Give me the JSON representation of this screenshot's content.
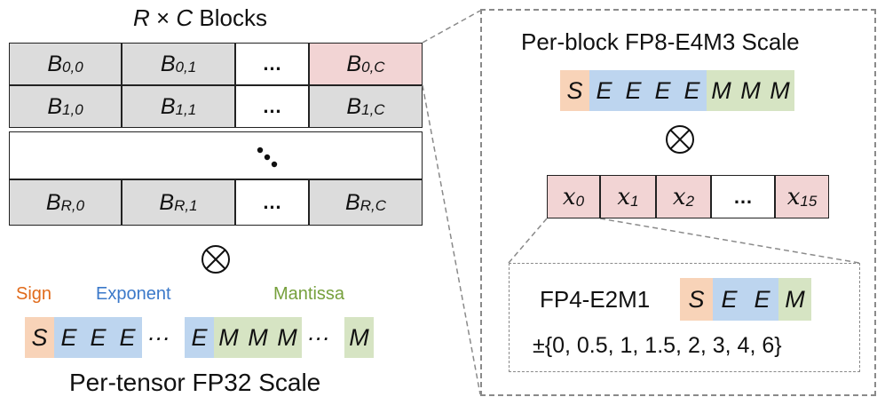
{
  "grid": {
    "title_var_r": "R",
    "title_times": " × ",
    "title_var_c": "C",
    "title_rest": " Blocks",
    "rows": [
      [
        {
          "base": "B",
          "sub": "0,0"
        },
        {
          "base": "B",
          "sub": "0,1"
        },
        {
          "base": "…",
          "sub": ""
        },
        {
          "base": "B",
          "sub": "0,C"
        }
      ],
      [
        {
          "base": "B",
          "sub": "1,0"
        },
        {
          "base": "B",
          "sub": "1,1"
        },
        {
          "base": "…",
          "sub": ""
        },
        {
          "base": "B",
          "sub": "1,C"
        }
      ],
      [
        {
          "base": "B",
          "sub": "R,0"
        },
        {
          "base": "B",
          "sub": "R,1"
        },
        {
          "base": "…",
          "sub": ""
        },
        {
          "base": "B",
          "sub": "R,C"
        }
      ]
    ]
  },
  "operator_symbol": "⊗",
  "fp32": {
    "sign_label": "Sign",
    "exponent_label": "Exponent",
    "mantissa_label": "Mantissa",
    "bits": [
      "S",
      "E",
      "E",
      "E",
      "…",
      "E",
      "M",
      "M",
      "M",
      "…",
      "M"
    ],
    "caption": "Per-tensor FP32 Scale"
  },
  "fp8": {
    "title": "Per-block FP8-E4M3 Scale",
    "bits": [
      "S",
      "E",
      "E",
      "E",
      "E",
      "M",
      "M",
      "M"
    ]
  },
  "block_values": {
    "cells": [
      {
        "base": "x",
        "sub": "0"
      },
      {
        "base": "x",
        "sub": "1"
      },
      {
        "base": "x",
        "sub": "2"
      },
      {
        "base": "…",
        "sub": ""
      },
      {
        "base": "x",
        "sub": "15"
      }
    ]
  },
  "fp4": {
    "label": "FP4-E2M1",
    "bits": [
      "S",
      "E",
      "E",
      "M"
    ],
    "values": "±{0, 0.5, 1, 1.5, 2, 3, 4, 6}"
  },
  "colors": {
    "sign": "#f8d3b8",
    "exponent": "#bdd5ef",
    "mantissa": "#d6e4c3",
    "block_highlight": "#f2d4d4",
    "block_default": "#dcdcdc"
  }
}
